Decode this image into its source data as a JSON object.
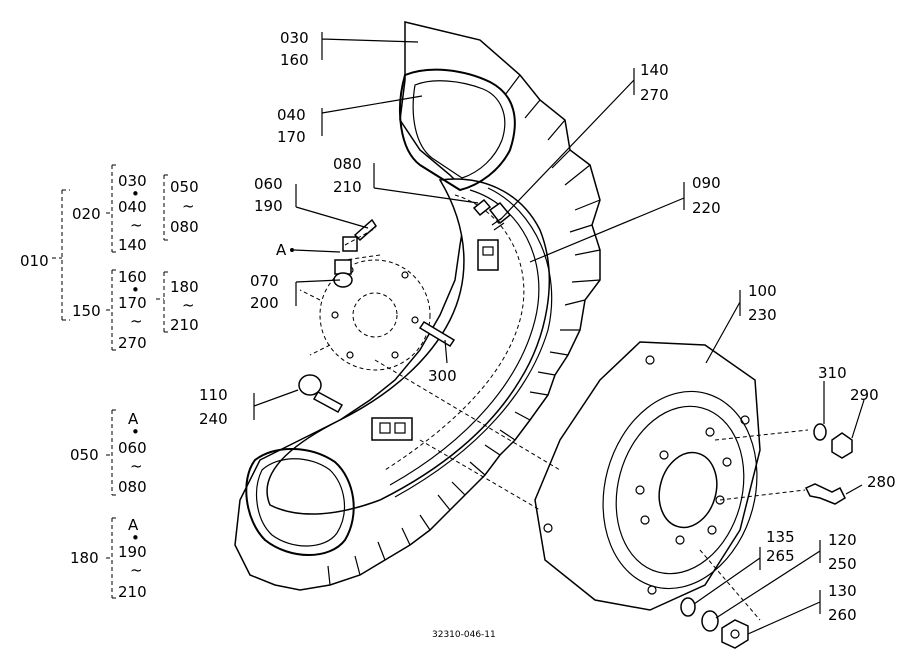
{
  "diagram": {
    "caption": "32310-046-11",
    "marker": "A",
    "callouts": {
      "c030": "030",
      "c160": "160",
      "c040": "040",
      "c170": "170",
      "c080": "080",
      "c210": "210",
      "c060": "060",
      "c190": "190",
      "c070": "070",
      "c200": "200",
      "c140": "140",
      "c270": "270",
      "c090": "090",
      "c220": "220",
      "c100": "100",
      "c230": "230",
      "c110": "110",
      "c240": "240",
      "c300": "300",
      "c310": "310",
      "c290": "290",
      "c280": "280",
      "c135": "135",
      "c265": "265",
      "c120": "120",
      "c250": "250",
      "c130": "130",
      "c260": "260"
    },
    "legend": {
      "g010": "010",
      "g020": "020",
      "g150": "150",
      "a030": "030",
      "a040": "040",
      "a140": "140",
      "a050": "050",
      "a080": "080",
      "b160": "160",
      "b170": "170",
      "b270": "270",
      "b180": "180",
      "b210": "210",
      "g050": "050",
      "d060": "060",
      "d080": "080",
      "g180": "180",
      "e190": "190",
      "e210": "210",
      "tilde": "~",
      "dot": "•"
    }
  }
}
